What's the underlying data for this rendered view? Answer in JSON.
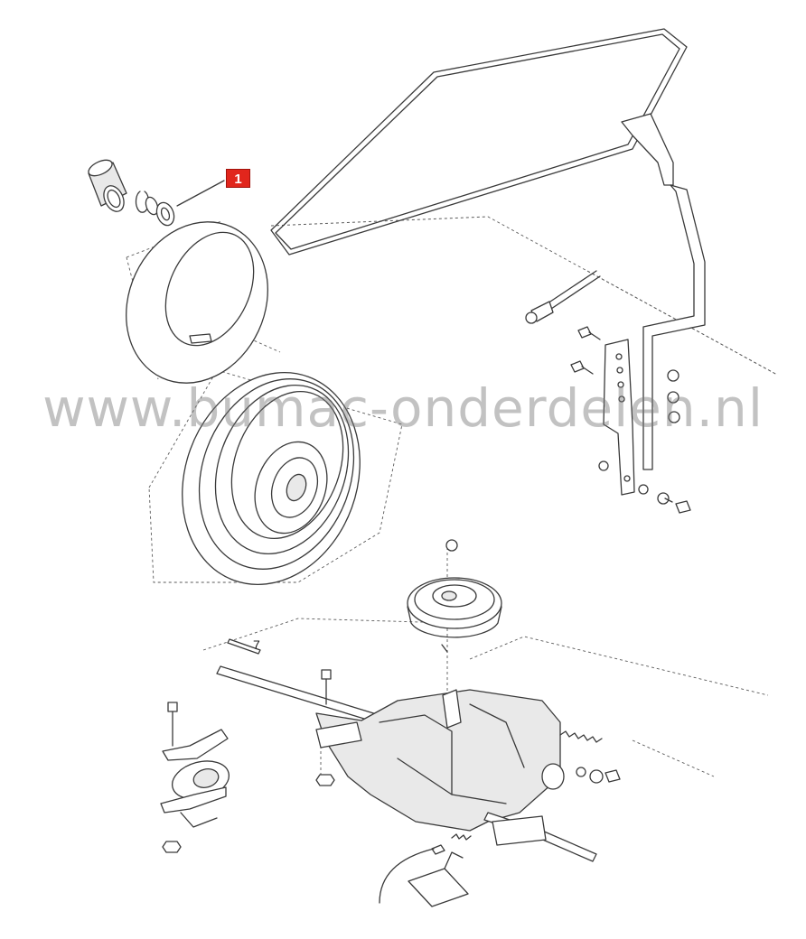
{
  "callout": {
    "label": "1",
    "color": "#e1261c"
  },
  "part_labels": {
    "shaft_key": "7"
  },
  "watermark": {
    "text": "www.bumac-onderdelen.nl"
  }
}
